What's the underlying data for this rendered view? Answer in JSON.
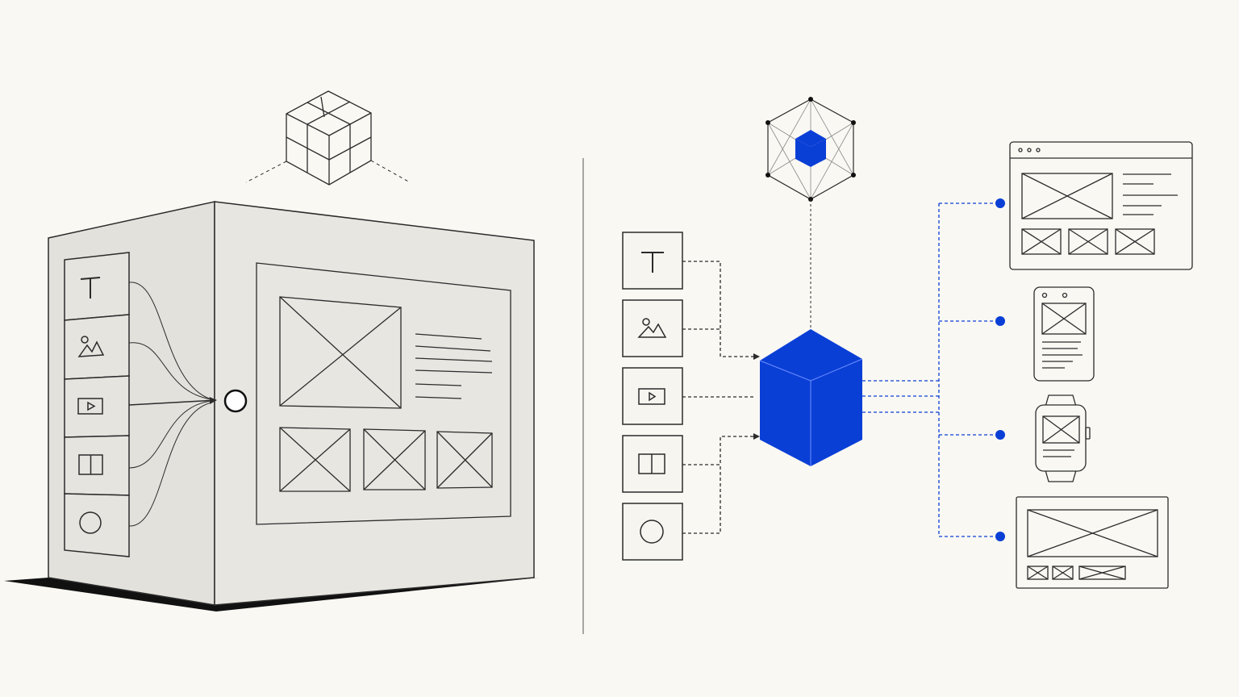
{
  "colors": {
    "background": "#faf8f3",
    "ink": "#2b2b2b",
    "accent": "#0a3fd6",
    "panel_front": "#e6e4df",
    "panel_side": "#dcdad5",
    "shadow": "#111111"
  },
  "left_panel": {
    "description_icons": [
      "text-icon",
      "image-icon",
      "video-icon",
      "layout-icon",
      "circle-icon"
    ]
  },
  "right_panel": {
    "input_icons": [
      "text-icon",
      "image-icon",
      "video-icon",
      "layout-icon",
      "circle-icon"
    ],
    "output_devices": [
      "browser-window",
      "phone",
      "smartwatch",
      "tablet-landscape"
    ]
  }
}
